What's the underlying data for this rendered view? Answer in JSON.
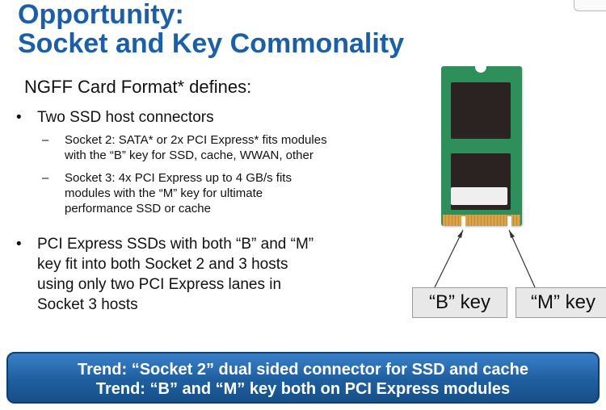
{
  "title": {
    "line1": "Opportunity:",
    "line2": "Socket and Key Commonality"
  },
  "lead": "NGFF Card Format* defines:",
  "bullets": [
    {
      "symbol": "•",
      "text": "Two SSD host connectors",
      "subs": [
        {
          "symbol": "–",
          "lines": [
            "Socket 2: SATA* or 2x PCI Express* fits modules",
            "with the “B” key for SSD, cache, WWAN, other"
          ]
        },
        {
          "symbol": "–",
          "lines": [
            "Socket 3: 4x PCI Express up to 4 GB/s fits",
            "modules with the “M” key for ultimate",
            "performance SSD or cache"
          ]
        }
      ]
    },
    {
      "symbol": "•",
      "lines": [
        "PCI Express SSDs with both “B” and “M”",
        "key fit into both Socket 2 and 3 hosts",
        "using only two PCI Express lanes in",
        "Socket 3 hosts"
      ]
    }
  ],
  "key_labels": {
    "b": "“B” key",
    "m": "“M” key"
  },
  "trend": {
    "line1": "Trend: “Socket 2” dual sided connector for SSD and cache",
    "line2": "Trend: “B” and “M” key both on PCI Express modules"
  },
  "colors": {
    "title": "#1b5fa8",
    "banner": "#1f5f9f",
    "pcb": "#2f8f5a"
  }
}
